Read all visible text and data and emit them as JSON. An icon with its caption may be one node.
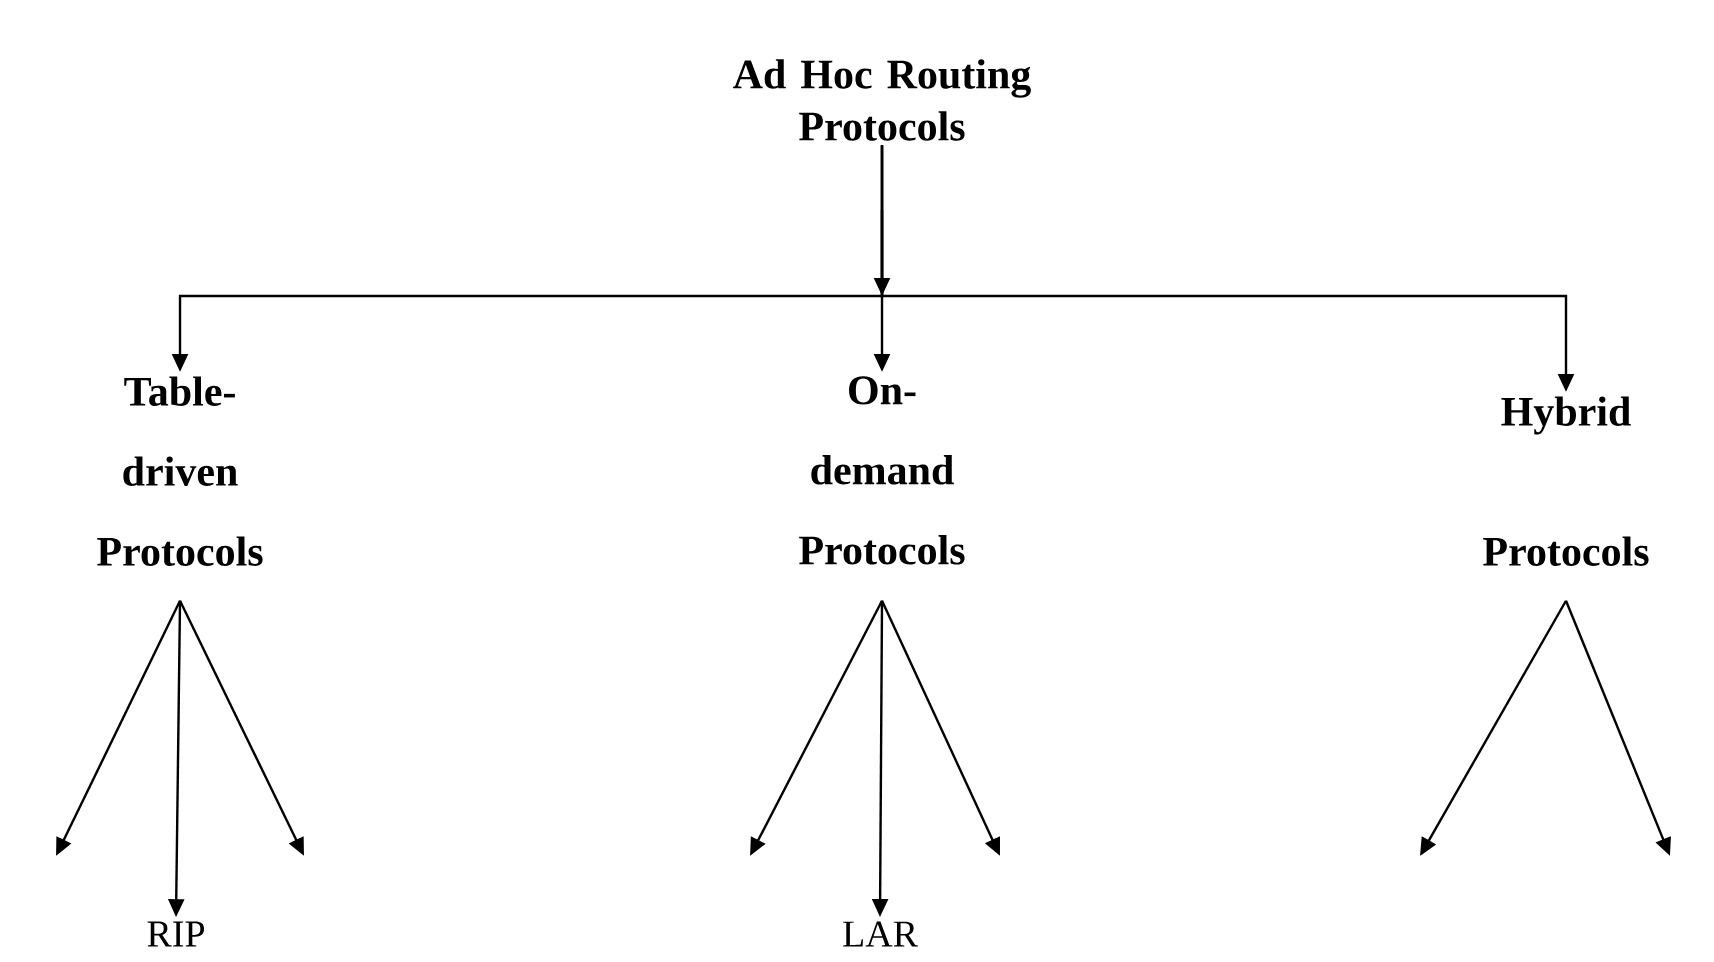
{
  "diagram": {
    "nodes": [
      {
        "text": [
          "Ad Hoc Routing Protocols"
        ]
      },
      {
        "text": [
          "Table-driven Protocols"
        ]
      },
      {
        "text": [
          "On-demand Protocols"
        ]
      },
      {
        "text": [
          "Hybrid Protocols"
        ]
      },
      {
        "text": [
          "RIP"
        ]
      },
      {
        "text": [
          "LAR"
        ]
      }
    ],
    "edges": [
      {
        "from": 0,
        "to": 1,
        "arrow": "to"
      },
      {
        "from": 0,
        "to": 2,
        "arrow": "to"
      },
      {
        "from": 0,
        "to": 3,
        "arrow": "to"
      },
      {
        "from": 1,
        "to": null,
        "arrow": "to"
      },
      {
        "from": 1,
        "to": 4,
        "arrow": "to"
      },
      {
        "from": 1,
        "to": null,
        "arrow": "to"
      },
      {
        "from": 2,
        "to": null,
        "arrow": "to"
      },
      {
        "from": 2,
        "to": 5,
        "arrow": "to"
      },
      {
        "from": 2,
        "to": null,
        "arrow": "to"
      },
      {
        "from": 3,
        "to": null,
        "arrow": "to"
      },
      {
        "from": 3,
        "to": null,
        "arrow": "to"
      }
    ]
  }
}
